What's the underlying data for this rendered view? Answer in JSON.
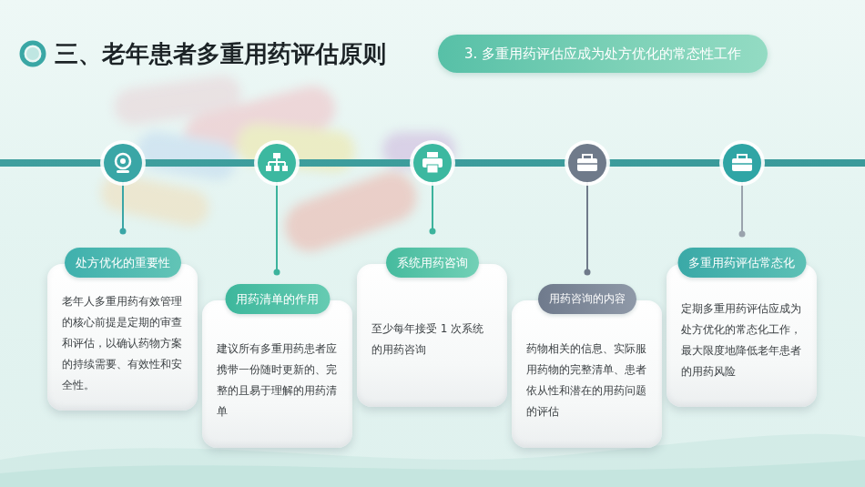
{
  "diagram": {
    "title": "三、老年患者多重用药评估原则",
    "nodes": [
      {
        "text": [
          "3. 多重用药评估应成为处方优化的常态性工作"
        ]
      },
      {
        "text": [
          "处方优化的重要性",
          "老年人多重用药有效管理的核心前提是定期的审查和评估，以确认药物方案的持续需要、有效性和安全性。"
        ]
      },
      {
        "text": [
          "用药清单的作用",
          "建议所有多重用药患者应携带一份随时更新的、完整的且易于理解的用药清单"
        ]
      },
      {
        "text": [
          "系统用药咨询",
          "至少每年接受 1 次系统的用药咨询"
        ]
      },
      {
        "text": [
          "用药咨询的内容",
          "药物相关的信息、实际服用药物的完整清单、患者依从性和潜在的用药问题的评估"
        ]
      },
      {
        "text": [
          "多重用药评估常态化",
          "定期多重用药评估应成为处方优化的常态化工作，最大限度地降低老年患者的用药风险"
        ]
      }
    ]
  }
}
